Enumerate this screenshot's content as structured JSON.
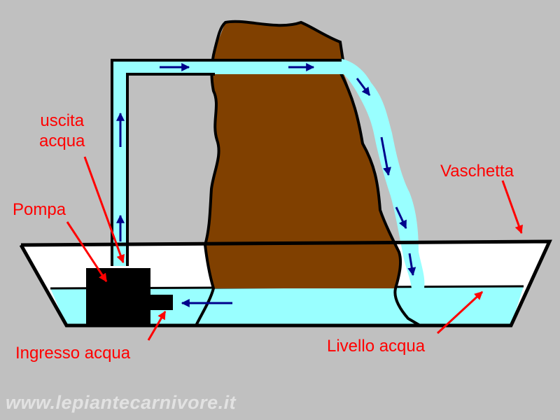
{
  "labels": {
    "uscita_line1": "uscita",
    "uscita_line2": "acqua",
    "pompa": "Pompa",
    "vaschetta": "Vaschetta",
    "ingresso": "Ingresso acqua",
    "livello": "Livello acqua"
  },
  "watermark": "www.lepiantecarnivore.it",
  "colors": {
    "background": "#c0c0c0",
    "water": "#99ffff",
    "rock": "#804000",
    "basin_fill": "#ffffff",
    "outline": "#000000",
    "flow_arrow": "#00008b",
    "label_text": "#ff0000",
    "pointer_arrow": "#ff0000",
    "watermark_text": "#e2e2e2"
  }
}
